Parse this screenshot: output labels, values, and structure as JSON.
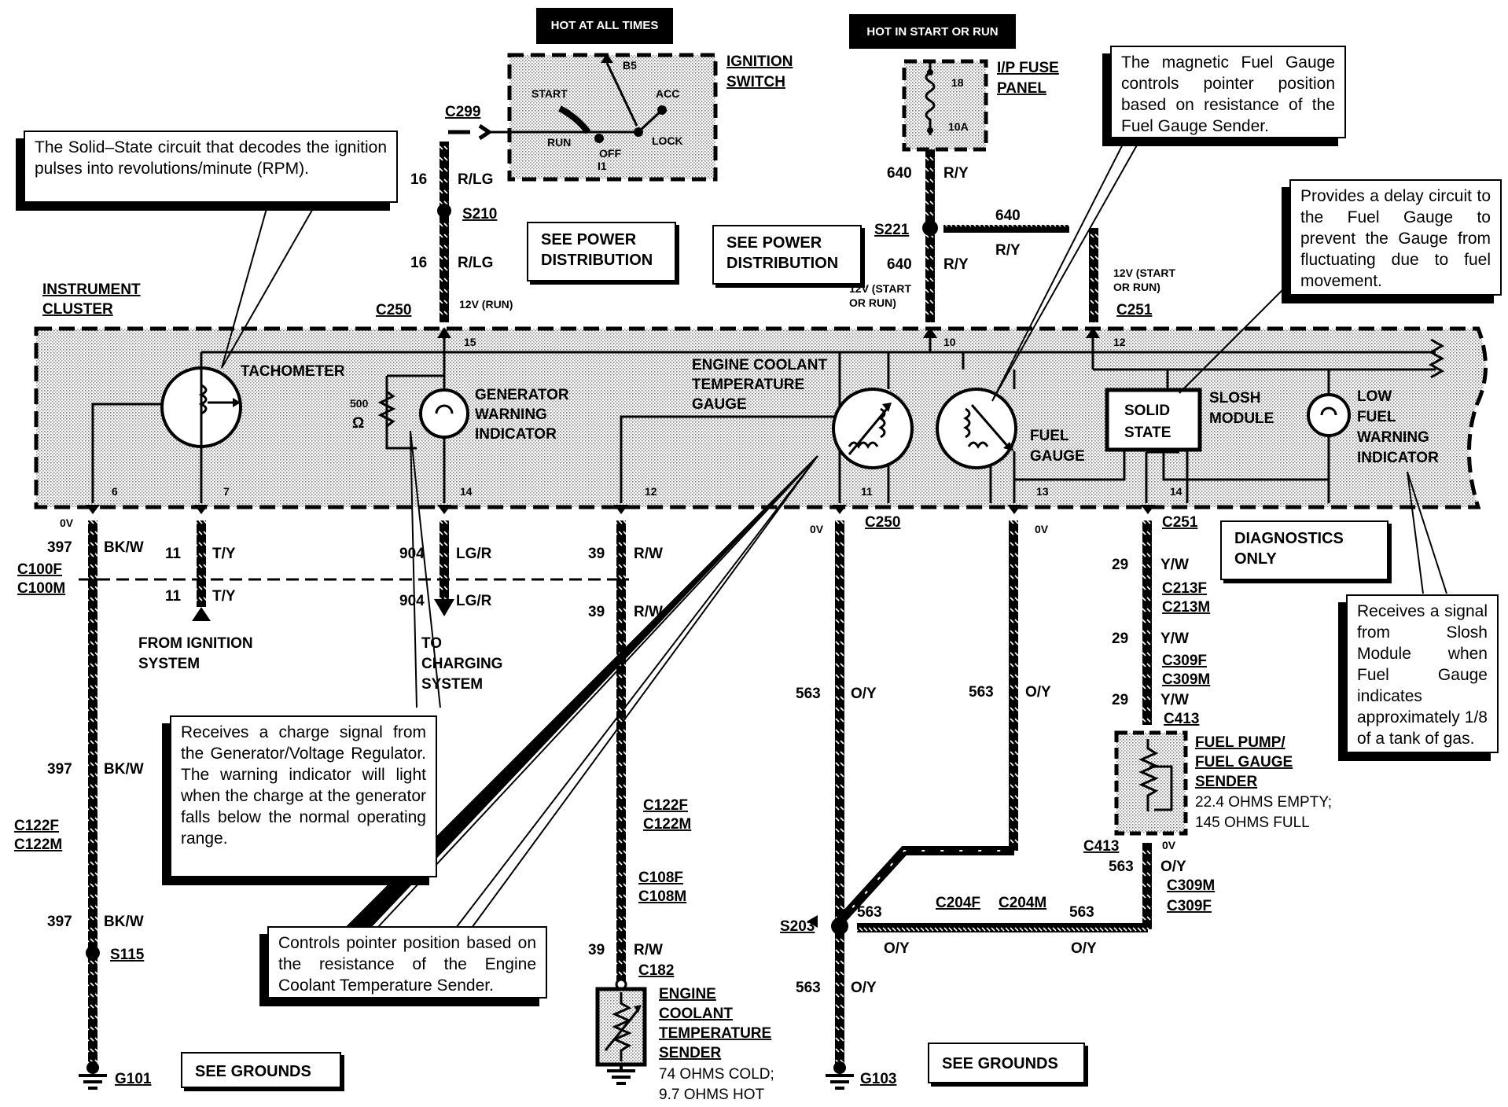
{
  "instrument_cluster": {
    "title_1": "INSTRUMENT",
    "title_2": "CLUSTER"
  },
  "hot_labels": {
    "always": "HOT AT ALL TIMES",
    "start_run": "HOT IN START OR RUN"
  },
  "ignition_switch": {
    "title_1": "IGNITION",
    "title_2": "SWITCH",
    "b5": "B5",
    "start": "START",
    "acc": "ACC",
    "run": "RUN",
    "off": "OFF",
    "lock": "LOCK",
    "i1": "I1"
  },
  "fuse_panel": {
    "title_1": "I/P FUSE",
    "title_2": "PANEL",
    "fuse_num": "18",
    "fuse_amp": "10A"
  },
  "components": {
    "tachometer": "TACHOMETER",
    "gen_1": "GENERATOR",
    "gen_2": "WARNING",
    "gen_3": "INDICATOR",
    "resistor_value": "500",
    "resistor_unit": "Ω",
    "ect_1": "ENGINE COOLANT",
    "ect_2": "TEMPERATURE",
    "ect_3": "GAUGE",
    "fuel_1": "FUEL",
    "fuel_2": "GAUGE",
    "solid_1": "SOLID",
    "solid_2": "STATE",
    "slosh_1": "SLOSH",
    "slosh_2": "MODULE",
    "low_1": "LOW",
    "low_2": "FUEL",
    "low_3": "WARNING",
    "low_4": "INDICATOR"
  },
  "callouts": {
    "tach": "The Solid–State circuit that decodes the ignition pulses into revolutions/minute (RPM).",
    "fuel_gauge": "The magnetic Fuel Gauge controls pointer position based on resistance of the Fuel Gauge Sender.",
    "slosh": "Provides a delay circuit to the Fuel Gauge to prevent the Gauge from fluctuating due to fuel movement.",
    "generator": "Receives a charge signal from the Generator/Voltage Regulator. The warning indicator will light when the charge at the generator falls below the normal operating range.",
    "ect": "Controls pointer position based on the resistance of the Engine Coolant Temperature Sender.",
    "low_fuel": "Receives a signal from Slosh Module when Fuel Gauge indicates approximately 1/8 of a tank of gas."
  },
  "boxes": {
    "see_power_1": "SEE POWER DISTRIBUTION",
    "see_power_2": "SEE POWER DISTRIBUTION",
    "diagnostics": "DIAGNOSTICS ONLY",
    "see_grounds_1": "SEE GROUNDS",
    "see_grounds_2": "SEE GROUNDS"
  },
  "connectors": {
    "c299": "C299",
    "s210": "S210",
    "c250_top": "C250",
    "s221": "S221",
    "c251_top": "C251",
    "c250_bot": "C250",
    "c251_bot": "C251",
    "c100f": "C100F",
    "c100m": "C100M",
    "c213f": "C213F",
    "c213m": "C213M",
    "c309f_a": "C309F",
    "c309m_a": "C309M",
    "c413_a": "C413",
    "c413_b": "C413",
    "c309m_b": "C309M",
    "c309f_b": "C309F",
    "c122f_a": "C122F",
    "c122m_a": "C122M",
    "c122f_b": "C122F",
    "c122m_b": "C122M",
    "c108f": "C108F",
    "c108m": "C108M",
    "c182": "C182",
    "s203": "S203",
    "c204f": "C204F",
    "c204m": "C204M",
    "s115": "S115",
    "g101": "G101",
    "g103": "G103"
  },
  "wires": {
    "w16": "16",
    "w16b": "16",
    "rlg": "R/LG",
    "rlg_b": "R/LG",
    "w640a": "640",
    "w640b": "640",
    "w640c": "640",
    "ry_a": "R/Y",
    "ry_b": "R/Y",
    "ry_c": "R/Y",
    "v12_run": "12V (RUN)",
    "v12_sr_1": "12V (START",
    "v12_sr_2": "OR RUN)",
    "v12_sr_3": "12V (START",
    "v12_sr_4": "OR RUN)",
    "w397a": "397",
    "w397b": "397",
    "w397c": "397",
    "bkw_a": "BK/W",
    "bkw_b": "BK/W",
    "bkw_c": "BK/W",
    "w11a": "11",
    "w11b": "11",
    "ty_a": "T/Y",
    "ty_b": "T/Y",
    "w904a": "904",
    "w904b": "904",
    "lgr_a": "LG/R",
    "lgr_b": "LG/R",
    "w39a": "39",
    "w39b": "39",
    "w39c": "39",
    "rw_a": "R/W",
    "rw_b": "R/W",
    "rw_c": "R/W",
    "w563a": "563",
    "w563b": "563",
    "w563c": "563",
    "w563d": "563",
    "w563e": "563",
    "w563f": "563",
    "oy_a": "O/Y",
    "oy_b": "O/Y",
    "oy_c": "O/Y",
    "oy_d": "O/Y",
    "oy_e": "O/Y",
    "oy_f": "O/Y",
    "w29a": "29",
    "w29b": "29",
    "w29c": "29",
    "yw_a": "Y/W",
    "yw_b": "Y/W",
    "yw_c": "Y/W",
    "zero_v_a": "0V",
    "zero_v_b": "0V",
    "zero_v_c": "0V",
    "zero_v_d": "0V"
  },
  "pins": {
    "p15": "15",
    "p10": "10",
    "p12a": "12",
    "p6": "6",
    "p7": "7",
    "p14a": "14",
    "p12b": "12",
    "p11": "11",
    "p13": "13",
    "p14b": "14"
  },
  "external": {
    "from_ign_1": "FROM IGNITION",
    "from_ign_2": "SYSTEM",
    "to_chg_1": "TO",
    "to_chg_2": "CHARGING",
    "to_chg_3": "SYSTEM",
    "fps_1": "FUEL PUMP/",
    "fps_2": "FUEL GAUGE",
    "fps_3": "SENDER",
    "fps_4": "22.4 OHMS EMPTY;",
    "fps_5": "145 OHMS FULL",
    "ects_1": "ENGINE",
    "ects_2": "COOLANT",
    "ects_3": "TEMPERATURE",
    "ects_4": "SENDER",
    "ects_5": "74 OHMS COLD;",
    "ects_6": "9.7 OHMS HOT"
  }
}
